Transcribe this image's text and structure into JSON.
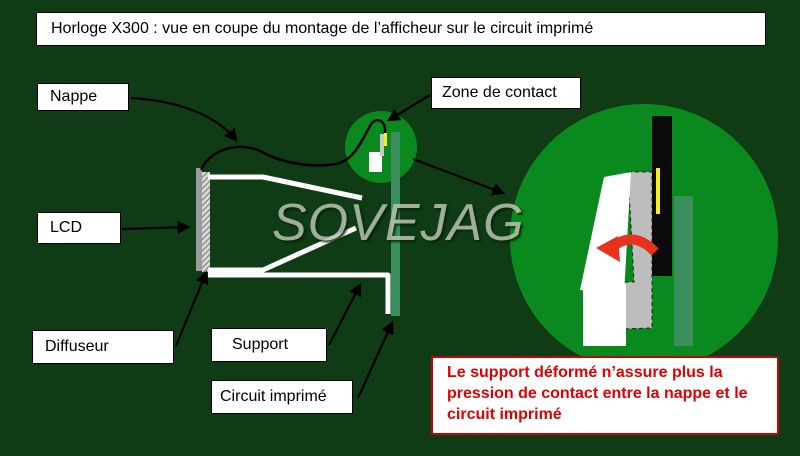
{
  "title": "Horloge X300 : vue en coupe du montage de l’afficheur sur le circuit imprimé",
  "labels": {
    "nappe": "Nappe",
    "lcd": "LCD",
    "diffuseur": "Diffuseur",
    "support": "Support",
    "circuit": "Circuit imprimé",
    "zone": "Zone de contact"
  },
  "watermark": "SOVEJAG",
  "note": "Le support déformé n’assure plus la pression de contact entre la nappe et le circuit imprimé",
  "colors": {
    "background": "#0f3c14",
    "circle": "#0a8a1e",
    "pcb": "#3a8f5c",
    "note_text": "#e00000",
    "contact": "#f2f21a"
  }
}
